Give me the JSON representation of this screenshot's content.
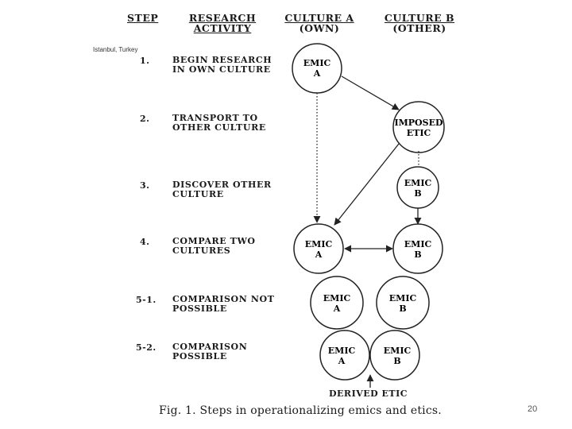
{
  "headers": {
    "step": "STEP",
    "research_line1": "RESEARCH",
    "research_line2": "ACTIVITY",
    "culture_a_line1": "CULTURE A",
    "culture_a_line2": "(OWN)",
    "culture_b_line1": "CULTURE B",
    "culture_b_line2": "(OTHER)"
  },
  "location_label": "Istanbul, Turkey",
  "steps": [
    {
      "num": "1.",
      "text": "BEGIN RESEARCH\nIN OWN CULTURE"
    },
    {
      "num": "2.",
      "text": "TRANSPORT TO\nOTHER CULTURE"
    },
    {
      "num": "3.",
      "text": "DISCOVER OTHER\nCULTURE"
    },
    {
      "num": "4.",
      "text": "COMPARE TWO\nCULTURES"
    },
    {
      "num": "5-1.",
      "text": "COMPARISON NOT\nPOSSIBLE"
    },
    {
      "num": "5-2.",
      "text": "COMPARISON\nPOSSIBLE"
    }
  ],
  "nodes": {
    "emic_a_1": [
      "EMIC",
      "A"
    ],
    "imposed_etic": [
      "IMPOSED",
      "ETIC"
    ],
    "emic_b_3": [
      "EMIC",
      "B"
    ],
    "emic_a_4": [
      "EMIC",
      "A"
    ],
    "emic_b_4": [
      "EMIC",
      "B"
    ],
    "emic_a_51": [
      "EMIC",
      "A"
    ],
    "emic_b_51": [
      "EMIC",
      "B"
    ],
    "emic_a_52": [
      "EMIC",
      "A"
    ],
    "emic_b_52": [
      "EMIC",
      "B"
    ]
  },
  "derived_etic": "DERIVED ETIC",
  "caption": "Fig. 1. Steps in operationalizing emics and etics.",
  "page_number": "20"
}
